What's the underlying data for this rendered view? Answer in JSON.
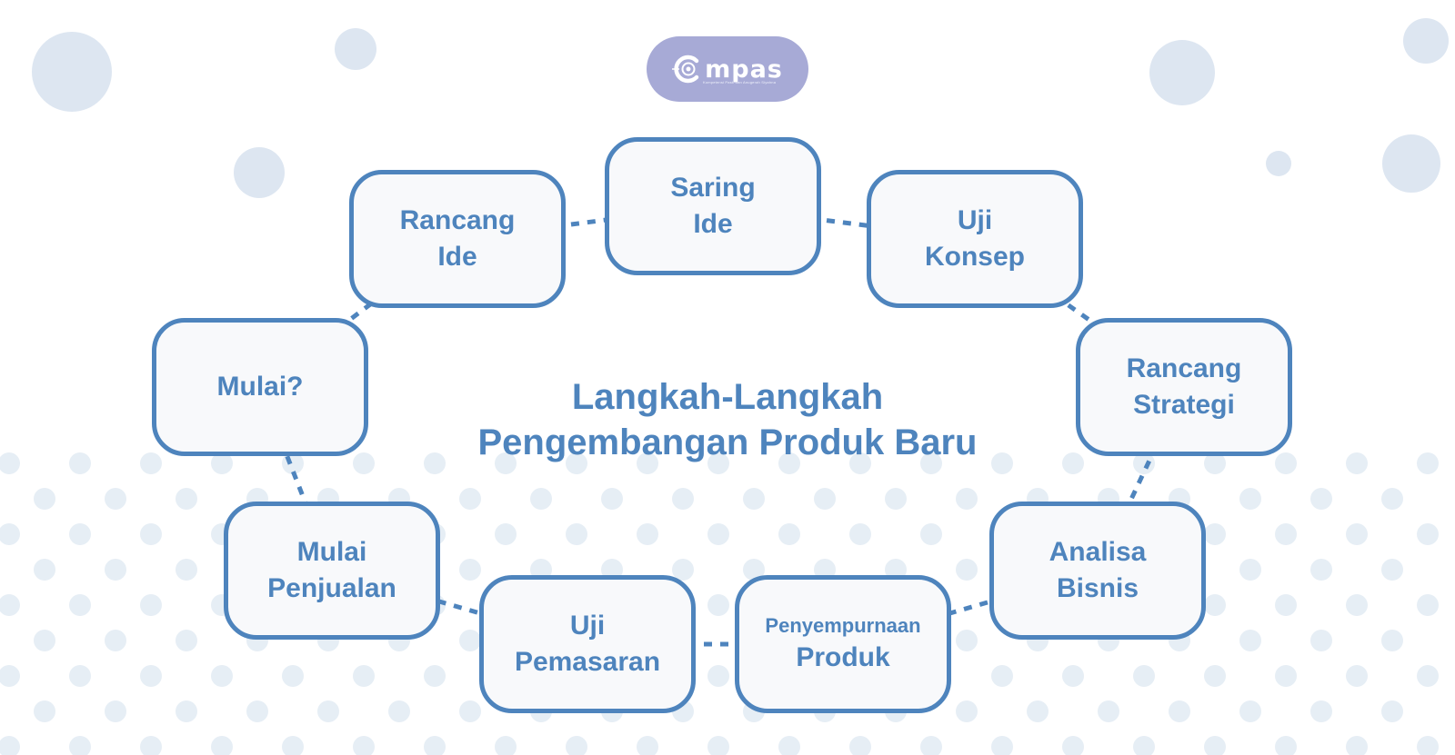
{
  "colors": {
    "primary": "#4e84bd",
    "box_fill": "#f8f9fb",
    "logo_bg": "#a7aad6",
    "bubble": "#dde6f1",
    "dots": "#e6eef5"
  },
  "logo": {
    "wordmark": "mpas",
    "tagline": "Kompetensi Pasti dan Anugerah Siyahna",
    "icon": "target-c-icon"
  },
  "title": {
    "line1": "Langkah-Langkah",
    "line2": "Pengembangan Produk Baru"
  },
  "steps": [
    {
      "line1": "Mulai?",
      "line2": ""
    },
    {
      "line1": "Rancang",
      "line2": "Ide"
    },
    {
      "line1": "Saring",
      "line2": "Ide"
    },
    {
      "line1": "Uji",
      "line2": "Konsep"
    },
    {
      "line1": "Rancang",
      "line2": "Strategi"
    },
    {
      "line1": "Analisa",
      "line2": "Bisnis"
    },
    {
      "line1": "Penyempurnaan",
      "line2": "Produk"
    },
    {
      "line1": "Uji",
      "line2": "Pemasaran"
    },
    {
      "line1": "Mulai",
      "line2": "Penjualan"
    }
  ],
  "connectors": {
    "style": "dashed",
    "shape": "closed-loop"
  }
}
